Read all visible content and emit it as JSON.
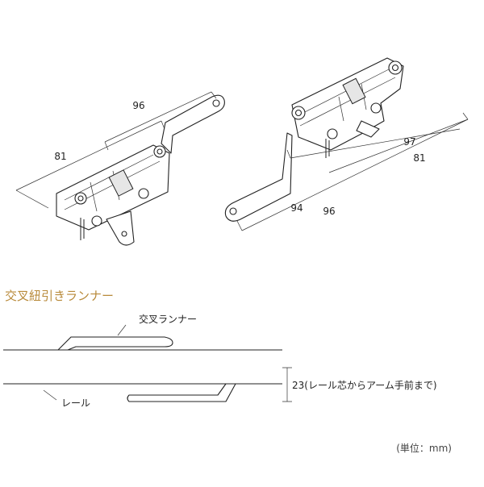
{
  "top_left_dims": {
    "d96": "96",
    "d81": "81"
  },
  "top_right_dims": {
    "d97": "97",
    "d81": "81",
    "d94": "94",
    "d96": "96"
  },
  "section_title": "交叉紐引きランナー",
  "bottom": {
    "runner_label": "交叉ランナー",
    "rail_label": "レール",
    "dim_note": "23(レール芯からアーム手前まで)"
  },
  "unit_note": "(単位：mm)"
}
